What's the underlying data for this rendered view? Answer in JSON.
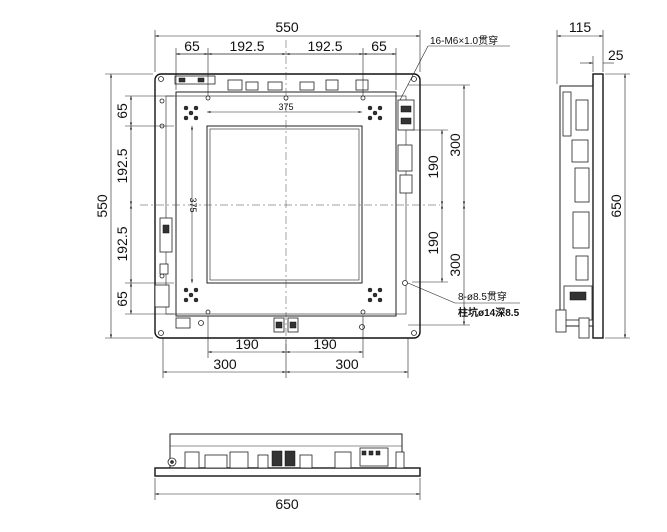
{
  "front_view": {
    "top_total": "550",
    "top_segments": [
      "65",
      "192.5",
      "192.5",
      "65"
    ],
    "left_total": "550",
    "left_segments": [
      "65",
      "192.5",
      "192.5",
      "65"
    ],
    "right_outer": [
      "300",
      "300"
    ],
    "right_inner": [
      "190",
      "190"
    ],
    "bottom_inner": [
      "190",
      "190"
    ],
    "bottom_outer": [
      "300",
      "300"
    ],
    "inner_width": "375",
    "inner_height": "375",
    "note_top": "16-M6×1.0贯穿",
    "note_hole_1": "8-ø8.5贯穿",
    "note_hole_2": "柱坑ø14深8.5"
  },
  "side_view": {
    "width": "115",
    "flange": "25",
    "height": "650"
  },
  "bottom_view": {
    "width": "650"
  }
}
